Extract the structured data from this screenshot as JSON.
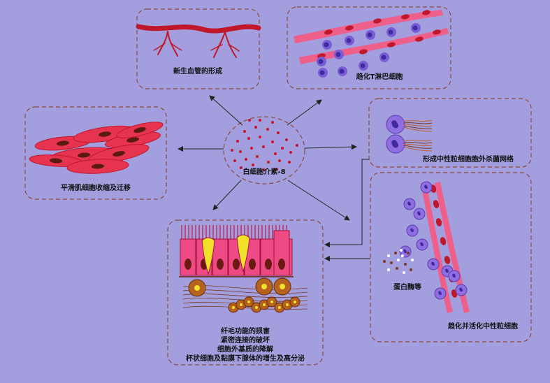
{
  "center": {
    "label": "白细胞介素-8"
  },
  "boxes": {
    "angiogenesis": {
      "label": "新生血管的形成"
    },
    "t_lymphocyte": {
      "label": "趋化T淋巴细胞"
    },
    "smooth_muscle": {
      "label": "平滑肌细胞收缩及迁移"
    },
    "net": {
      "label": "形成中性粒细胞胞外杀菌网络"
    },
    "neutrophil": {
      "label": "趋化并活化中性粒细胞"
    },
    "protease": {
      "label": "蛋白酶等"
    },
    "airway": {
      "lines": [
        "纤毛功能的损害",
        "紧密连接的破坏",
        "细胞外基质的降解",
        "杯状细胞及黏膜下腺体的增生及高分泌"
      ]
    }
  },
  "colors": {
    "background": "#a39fde",
    "vessel": "#c0182a",
    "smooth_muscle": "#e6334f",
    "endothelium": "#ee5f8a",
    "lymphocyte": "#7a5cd6",
    "neutrophil": "#8e6ee0",
    "epithelium": "#ee4a86",
    "goblet": "#f2e12b",
    "gland": "#b5621e",
    "dashed_border": "#8b4a3a"
  }
}
